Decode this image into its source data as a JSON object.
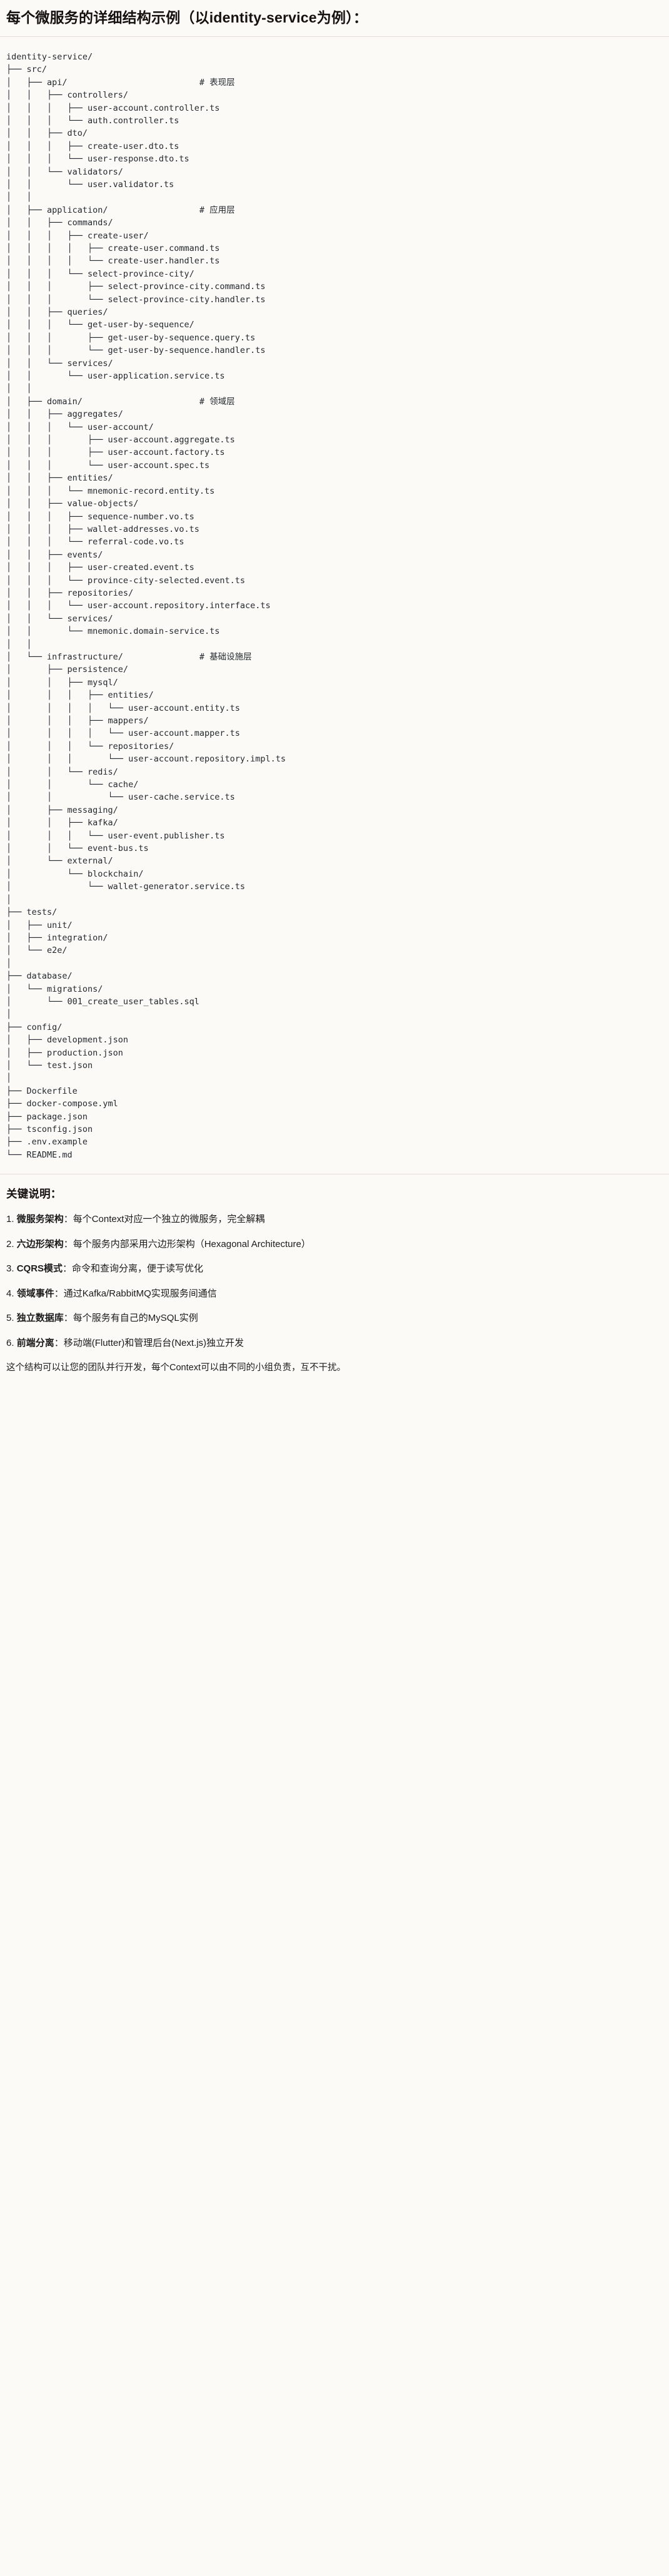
{
  "heading": "每个微服务的详细结构示例（以identity-service为例）：",
  "tree": {
    "lines": [
      "identity-service/",
      "├── src/",
      "│   ├── api/                          # 表现层",
      "│   │   ├── controllers/",
      "│   │   │   ├── user-account.controller.ts",
      "│   │   │   └── auth.controller.ts",
      "│   │   ├── dto/",
      "│   │   │   ├── create-user.dto.ts",
      "│   │   │   └── user-response.dto.ts",
      "│   │   └── validators/",
      "│   │       └── user.validator.ts",
      "│   │",
      "│   ├── application/                  # 应用层",
      "│   │   ├── commands/",
      "│   │   │   ├── create-user/",
      "│   │   │   │   ├── create-user.command.ts",
      "│   │   │   │   └── create-user.handler.ts",
      "│   │   │   └── select-province-city/",
      "│   │   │       ├── select-province-city.command.ts",
      "│   │   │       └── select-province-city.handler.ts",
      "│   │   ├── queries/",
      "│   │   │   └── get-user-by-sequence/",
      "│   │   │       ├── get-user-by-sequence.query.ts",
      "│   │   │       └── get-user-by-sequence.handler.ts",
      "│   │   └── services/",
      "│   │       └── user-application.service.ts",
      "│   │",
      "│   ├── domain/                       # 领域层",
      "│   │   ├── aggregates/",
      "│   │   │   └── user-account/",
      "│   │   │       ├── user-account.aggregate.ts",
      "│   │   │       ├── user-account.factory.ts",
      "│   │   │       └── user-account.spec.ts",
      "│   │   ├── entities/",
      "│   │   │   └── mnemonic-record.entity.ts",
      "│   │   ├── value-objects/",
      "│   │   │   ├── sequence-number.vo.ts",
      "│   │   │   ├── wallet-addresses.vo.ts",
      "│   │   │   └── referral-code.vo.ts",
      "│   │   ├── events/",
      "│   │   │   ├── user-created.event.ts",
      "│   │   │   └── province-city-selected.event.ts",
      "│   │   ├── repositories/",
      "│   │   │   └── user-account.repository.interface.ts",
      "│   │   └── services/",
      "│   │       └── mnemonic.domain-service.ts",
      "│   │",
      "│   └── infrastructure/               # 基础设施层",
      "│       ├── persistence/",
      "│       │   ├── mysql/",
      "│       │   │   ├── entities/",
      "│       │   │   │   └── user-account.entity.ts",
      "│       │   │   ├── mappers/",
      "│       │   │   │   └── user-account.mapper.ts",
      "│       │   │   └── repositories/",
      "│       │   │       └── user-account.repository.impl.ts",
      "│       │   └── redis/",
      "│       │       └── cache/",
      "│       │           └── user-cache.service.ts",
      "│       ├── messaging/",
      "│       │   ├── kafka/",
      "│       │   │   └── user-event.publisher.ts",
      "│       │   └── event-bus.ts",
      "│       └── external/",
      "│           └── blockchain/",
      "│               └── wallet-generator.service.ts",
      "│",
      "├── tests/",
      "│   ├── unit/",
      "│   ├── integration/",
      "│   └── e2e/",
      "│",
      "├── database/",
      "│   └── migrations/",
      "│       └── 001_create_user_tables.sql",
      "│",
      "├── config/",
      "│   ├── development.json",
      "│   ├── production.json",
      "│   └── test.json",
      "│",
      "├── Dockerfile",
      "├── docker-compose.yml",
      "├── package.json",
      "├── tsconfig.json",
      "├── .env.example",
      "└── README.md"
    ]
  },
  "notes": {
    "title": "关键说明：",
    "items": [
      {
        "num": "1.",
        "term": "微服务架构",
        "sep": "：",
        "text": "每个Context对应一个独立的微服务，完全解耦"
      },
      {
        "num": "2.",
        "term": "六边形架构",
        "sep": "：",
        "text": "每个服务内部采用六边形架构（Hexagonal Architecture）"
      },
      {
        "num": "3.",
        "term": "CQRS模式",
        "sep": "：",
        "text": "命令和查询分离，便于读写优化"
      },
      {
        "num": "4.",
        "term": "领域事件",
        "sep": "：",
        "text": "通过Kafka/RabbitMQ实现服务间通信"
      },
      {
        "num": "5.",
        "term": "独立数据库",
        "sep": "：",
        "text": "每个服务有自己的MySQL实例"
      },
      {
        "num": "6.",
        "term": "前端分离",
        "sep": "：",
        "text": "移动端(Flutter)和管理后台(Next.js)独立开发"
      }
    ],
    "closing": "这个结构可以让您的团队并行开发，每个Context可以由不同的小组负责，互不干扰。"
  }
}
